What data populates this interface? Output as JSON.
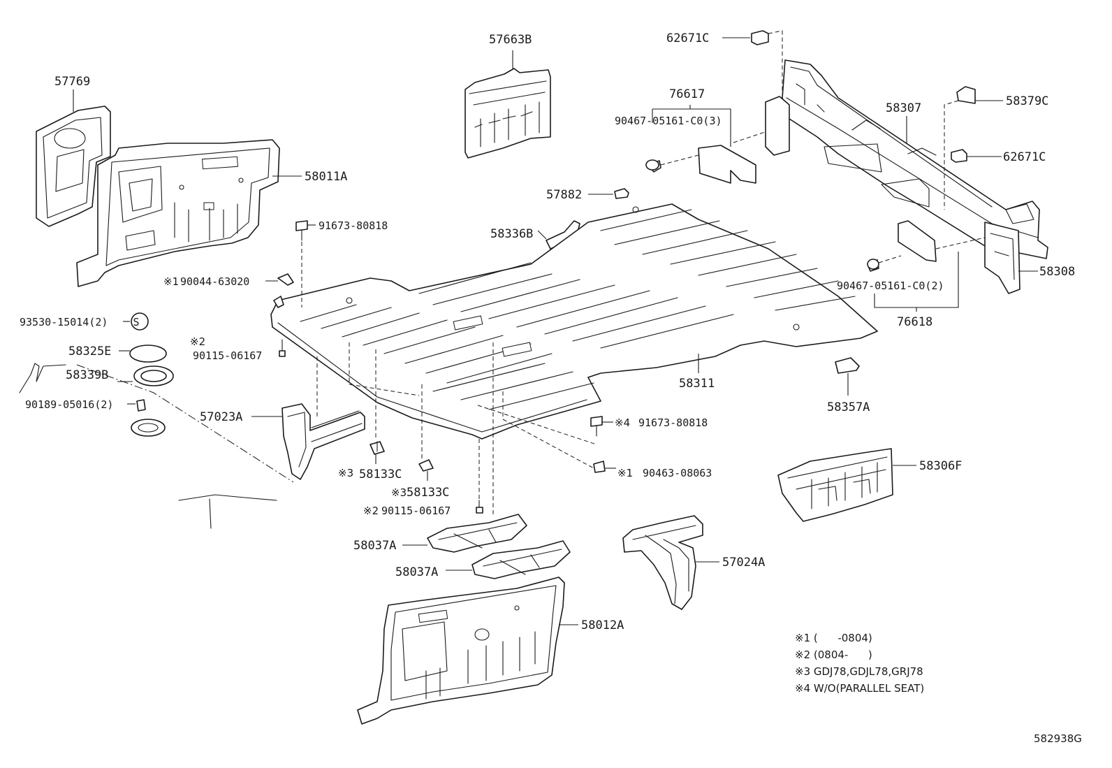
{
  "labels": {
    "p57769": "57769",
    "p58011A": "58011A",
    "p57663B": "57663B",
    "p62671C_top": "62671C",
    "p76617": "76617",
    "p90467_3": "90467-05161-C0(3)",
    "p58307": "58307",
    "p58379C": "58379C",
    "p62671C_right": "62671C",
    "p57882": "57882",
    "p91673_left": "91673-80818",
    "p58336B": "58336B",
    "p90044_mark": "※1",
    "p90044": "90044-63020",
    "p58308": "58308",
    "p90467_2": "90467-05161-C0(2)",
    "p76618": "76618",
    "p93530": "93530-15014(2)",
    "p58325E": "58325E",
    "p90115_top_mark": "※2",
    "p90115_top": "90115-06167",
    "p58339B": "58339B",
    "p58311": "58311",
    "p58357A": "58357A",
    "p90189": "90189-05016(2)",
    "p57023A": "57023A",
    "p91673_right_mark": "※4",
    "p91673_right": "91673-80818",
    "p58306F": "58306F",
    "p58133C_a_mark": "※3",
    "p58133C_a": "58133C",
    "p90463_mark": "※1",
    "p90463": "90463-08063",
    "p58133C_b_mark": "※3",
    "p58133C_b": "58133C",
    "p90115_bottom_mark": "※2",
    "p90115_bottom": "90115-06167",
    "p58037A_a": "58037A",
    "p57024A": "57024A",
    "p58037A_b": "58037A",
    "p58012A": "58012A",
    "s_symbol": "S"
  },
  "notes": [
    "※1 (      -0804)",
    "※2 (0804-      )",
    "※3 GDJ78,GDJL78,GRJ78",
    "※4 W/O(PARALLEL SEAT)"
  ],
  "caption": "582938G"
}
